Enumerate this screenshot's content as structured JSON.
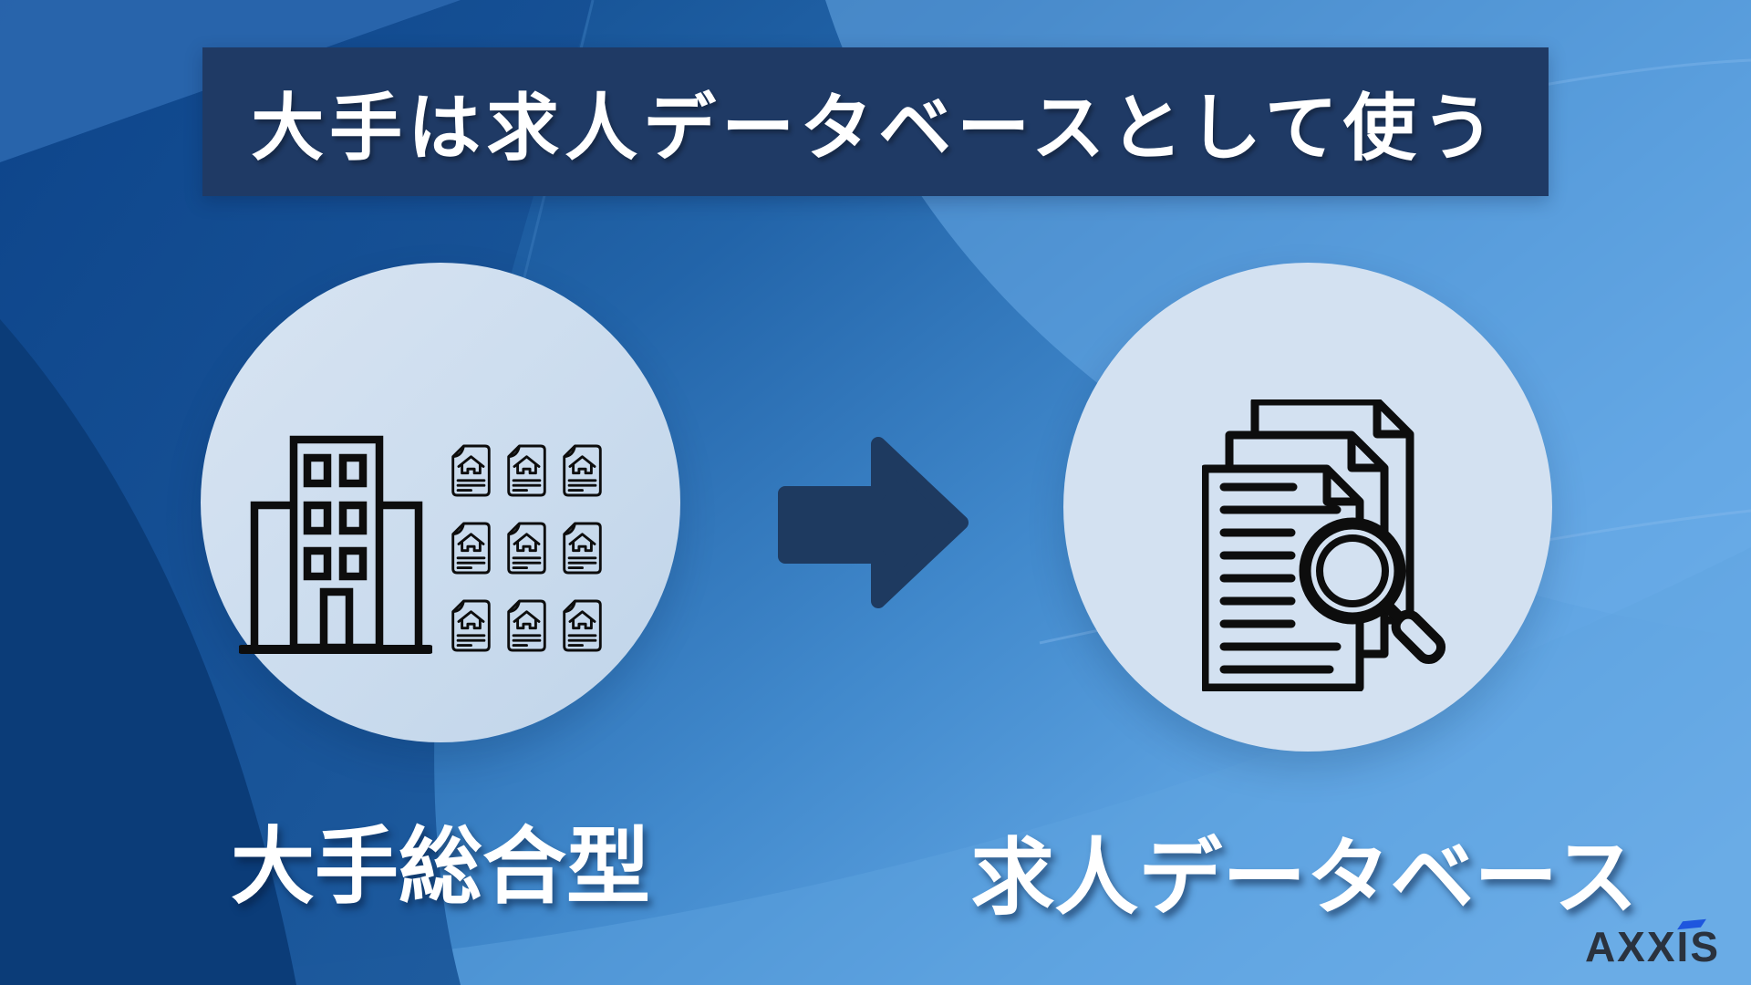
{
  "banner": {
    "text": "大手は求人データベースとして使う",
    "bg_color": "#1F3A65",
    "text_color": "#FFFFFF"
  },
  "flow": {
    "left_node": {
      "label": "大手総合型",
      "icons": [
        "office-building-icon",
        "house-document-icon"
      ],
      "documents_grid": {
        "rows": 3,
        "cols": 3
      },
      "circle_color": "#CBDCEE"
    },
    "arrow": {
      "icon": "right-arrow-icon",
      "direction": "right",
      "color": "#1E3A60"
    },
    "right_node": {
      "label": "求人データベース",
      "icons": [
        "stacked-documents-icon",
        "magnifier-icon"
      ],
      "circle_color": "#D3E1F1"
    }
  },
  "branding": {
    "logo_text": "AXXIS",
    "text_color": "#2A323E",
    "accent_color": "#1E56DE"
  },
  "background": {
    "base_gradient": [
      "#0F4889",
      "#2264A9",
      "#4189CC",
      "#5FA4E2",
      "#73B2EC"
    ],
    "dark_corner_color": "#0B3C78",
    "icon_line_color": "#0D0D0D"
  }
}
